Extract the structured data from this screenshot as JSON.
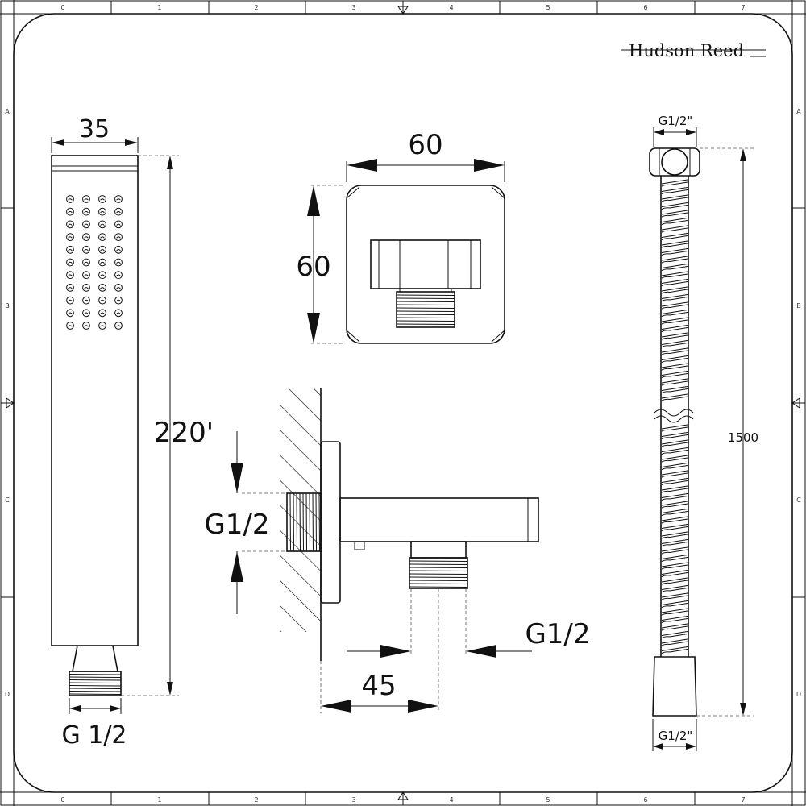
{
  "brand": "Hudson Reed",
  "border": {
    "columns": [
      "0",
      "1",
      "2",
      "3",
      "4",
      "5",
      "6",
      "7"
    ],
    "rows": [
      "A",
      "B",
      "C",
      "D"
    ]
  },
  "handset": {
    "width": "35",
    "length": "220'",
    "thread": "G 1/2"
  },
  "outlet_front": {
    "width": "60",
    "height": "60"
  },
  "outlet_side": {
    "inlet": "G1/2",
    "outlet": "G1/2",
    "depth": "45"
  },
  "hose": {
    "top_thread": "G1/2\"",
    "length": "1500",
    "bottom_thread": "G1/2\""
  }
}
